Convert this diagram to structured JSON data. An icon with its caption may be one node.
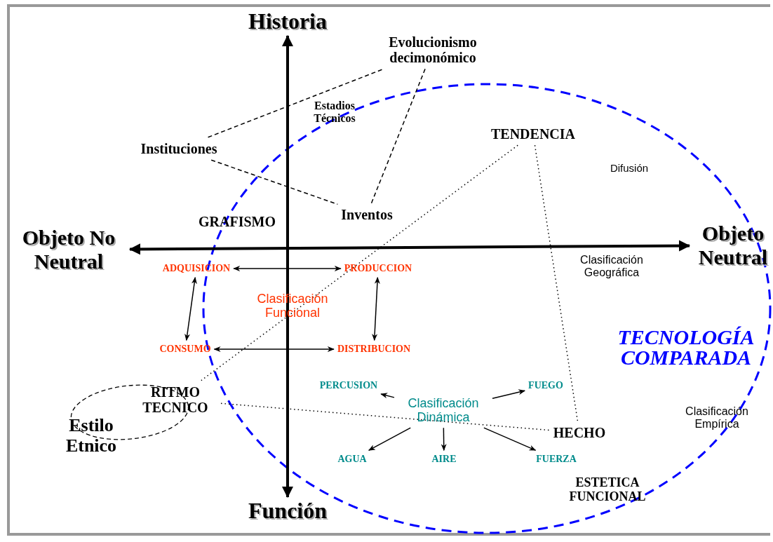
{
  "diagram": {
    "nodes": [
      {
        "text": [
          "Historia"
        ]
      },
      {
        "text": [
          "Función"
        ]
      },
      {
        "text": [
          "Objeto No Neutral"
        ]
      },
      {
        "text": [
          "Objeto Neutral"
        ]
      },
      {
        "text": [
          "Evolucionismo decimonómico"
        ]
      },
      {
        "text": [
          "Estadios Técnicos"
        ]
      },
      {
        "text": [
          "Instituciones"
        ]
      },
      {
        "text": [
          "Inventos"
        ]
      },
      {
        "text": [
          "GRAFISMO"
        ]
      },
      {
        "text": [
          "TENDENCIA"
        ]
      },
      {
        "text": [
          "Difusión"
        ]
      },
      {
        "text": [
          "Clasificación Geográfica"
        ]
      },
      {
        "text": [
          "ADQUISICION"
        ]
      },
      {
        "text": [
          "PRODUCCION"
        ]
      },
      {
        "text": [
          "Clasificación Funcional"
        ]
      },
      {
        "text": [
          "CONSUMO"
        ]
      },
      {
        "text": [
          "DISTRIBUCION"
        ]
      },
      {
        "text": [
          "TECNOLOGÍA COMPARADA"
        ]
      },
      {
        "text": [
          "RITMO TECNICO"
        ]
      },
      {
        "text": [
          "Estilo Etnico"
        ]
      },
      {
        "text": [
          "PERCUSION"
        ]
      },
      {
        "text": [
          "FUEGO"
        ]
      },
      {
        "text": [
          "Clasificación Dinámica"
        ]
      },
      {
        "text": [
          "HECHO"
        ]
      },
      {
        "text": [
          "AGUA"
        ]
      },
      {
        "text": [
          "AIRE"
        ]
      },
      {
        "text": [
          "FUERZA"
        ]
      },
      {
        "text": [
          "Clasificación Empírica"
        ]
      },
      {
        "text": [
          "ESTETICA FUNCIONAL"
        ]
      }
    ],
    "edges": [
      {
        "from": 0,
        "to": 1,
        "arrow": "both",
        "style": "thick"
      },
      {
        "from": 2,
        "to": 3,
        "arrow": "both",
        "style": "thick"
      },
      {
        "from": 6,
        "to": 4,
        "arrow": "none",
        "style": "dashed"
      },
      {
        "from": 6,
        "to": 7,
        "arrow": "none",
        "style": "dashed"
      },
      {
        "from": 4,
        "to": 7,
        "arrow": "none",
        "style": "dashed"
      },
      {
        "from": 9,
        "to": 18,
        "arrow": "none",
        "style": "dashed"
      },
      {
        "from": 9,
        "to": 23,
        "arrow": "none",
        "style": "dashed"
      },
      {
        "from": 18,
        "to": 23,
        "arrow": "none",
        "style": "dashed"
      },
      {
        "from": 12,
        "to": 13,
        "arrow": "both"
      },
      {
        "from": 12,
        "to": 15,
        "arrow": "both"
      },
      {
        "from": 13,
        "to": 16,
        "arrow": "both"
      },
      {
        "from": 15,
        "to": 16,
        "arrow": "both"
      },
      {
        "from": 22,
        "to": 20,
        "arrow": "to"
      },
      {
        "from": 22,
        "to": 21,
        "arrow": "to"
      },
      {
        "from": 22,
        "to": 24,
        "arrow": "to"
      },
      {
        "from": 22,
        "to": 25,
        "arrow": "to"
      },
      {
        "from": 22,
        "to": 26,
        "arrow": "to"
      }
    ]
  }
}
